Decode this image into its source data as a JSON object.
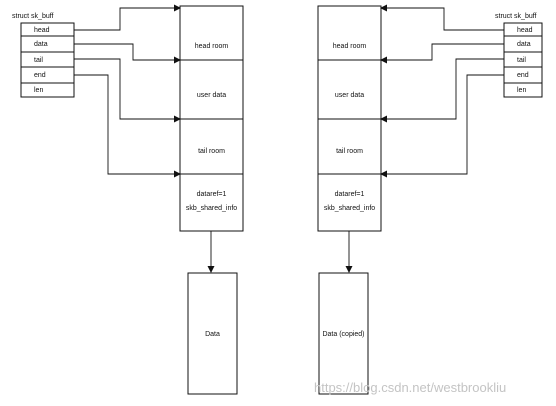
{
  "left": {
    "struct_title": "struct sk_buff",
    "fields": [
      "head",
      "data",
      "tail",
      "end",
      "len"
    ],
    "buffer_regions": [
      "head room",
      "user data",
      "tail room"
    ],
    "shared_info": {
      "dataref": "dataref=1",
      "name": "skb_shared_info"
    },
    "data_label": "Data"
  },
  "right": {
    "struct_title": "struct sk_buff",
    "fields": [
      "head",
      "data",
      "tail",
      "end",
      "len"
    ],
    "buffer_regions": [
      "head room",
      "user data",
      "tail room"
    ],
    "shared_info": {
      "dataref": "dataref=1",
      "name": "skb_shared_info"
    },
    "data_label": "Data (copied)"
  },
  "watermark": "https://blog.csdn.net/westbrookliu",
  "colors": {
    "line": "#111111",
    "background": "#ffffff",
    "watermark": "#c4c4c4"
  }
}
